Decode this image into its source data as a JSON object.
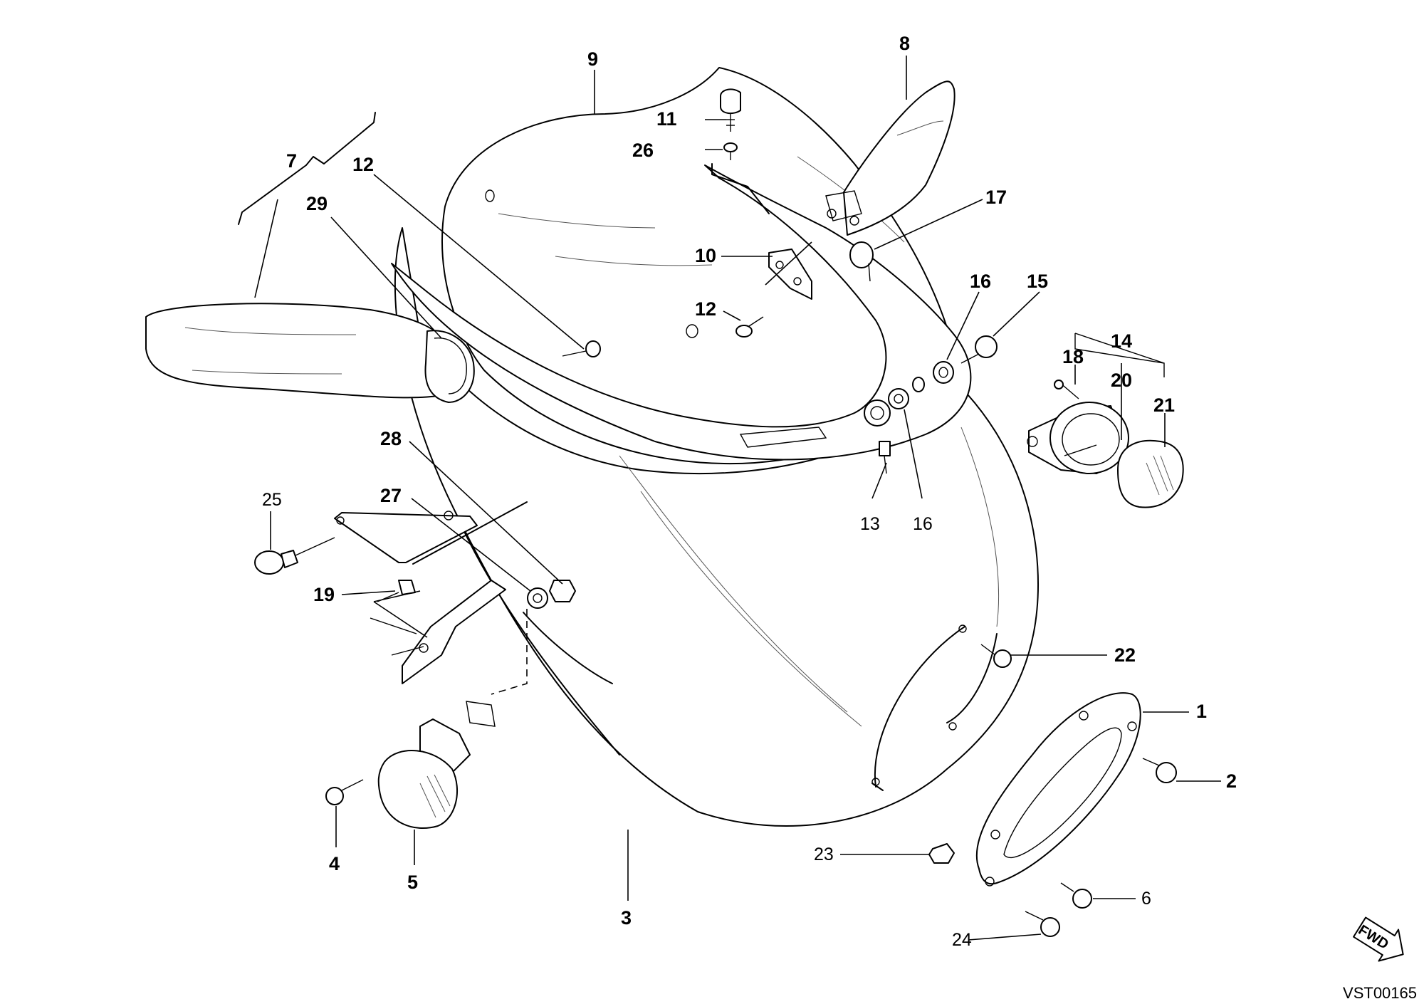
{
  "diagram": {
    "labels": {
      "p1": "1",
      "p2": "2",
      "p3": "3",
      "p4": "4",
      "p5": "5",
      "p6": "6",
      "p7": "7",
      "p8": "8",
      "p9": "9",
      "p10": "10",
      "p11": "11",
      "p12a": "12",
      "p12b": "12",
      "p13": "13",
      "p14": "14",
      "p15": "15",
      "p16a": "16",
      "p16b": "16",
      "p17": "17",
      "p18": "18",
      "p19": "19",
      "p20": "20",
      "p21": "21",
      "p22": "22",
      "p23": "23",
      "p24": "24",
      "p25": "25",
      "p26": "26",
      "p27": "27",
      "p28": "28",
      "p29": "29"
    },
    "fwd_badge": "FWD",
    "drawing_code": "VST00165"
  }
}
